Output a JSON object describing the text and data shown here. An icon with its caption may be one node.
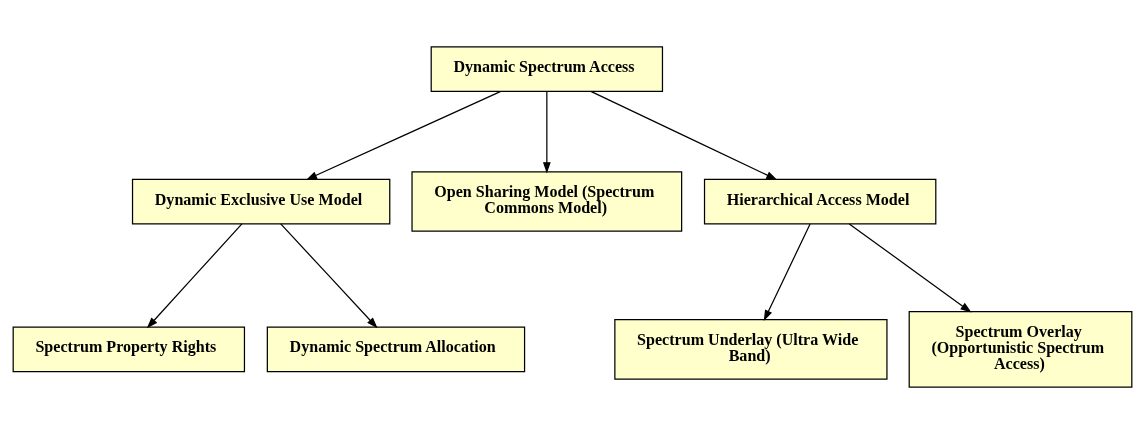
{
  "diagram": {
    "nodes": [
      {
        "text": [
          "Dynamic Spectrum Access"
        ]
      },
      {
        "text": [
          "Dynamic Exclusive Use Model"
        ]
      },
      {
        "text": [
          "Open Sharing Model (Spectrum Commons Model)"
        ]
      },
      {
        "text": [
          "Hierarchical Access Model"
        ]
      },
      {
        "text": [
          "Spectrum Property Rights"
        ]
      },
      {
        "text": [
          "Dynamic Spectrum Allocation"
        ]
      },
      {
        "text": [
          "Spectrum Underlay (Ultra Wide Band)"
        ]
      },
      {
        "text": [
          "Spectrum Overlay (Opportunistic Spectrum Access)"
        ]
      }
    ],
    "edges": [
      {
        "from": 0,
        "to": 1,
        "arrow": "to"
      },
      {
        "from": 0,
        "to": 2,
        "arrow": "to"
      },
      {
        "from": 0,
        "to": 3,
        "arrow": "to"
      },
      {
        "from": 1,
        "to": 4,
        "arrow": "to"
      },
      {
        "from": 1,
        "to": 5,
        "arrow": "to"
      },
      {
        "from": 3,
        "to": 6,
        "arrow": "to"
      },
      {
        "from": 3,
        "to": 7,
        "arrow": "to"
      }
    ]
  }
}
